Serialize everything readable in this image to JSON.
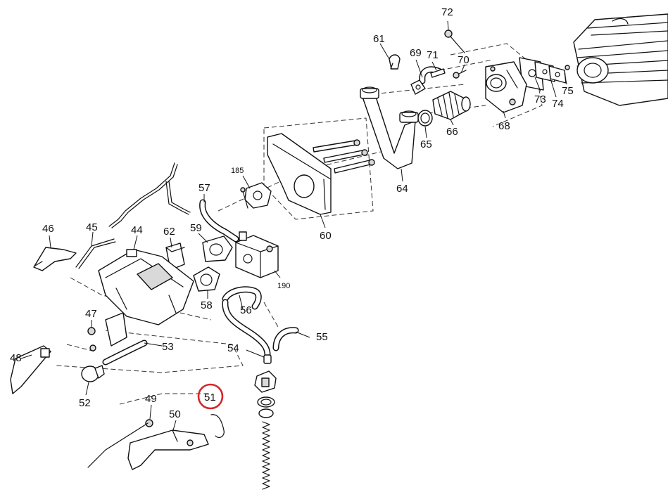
{
  "highlight_color": "#d6262b",
  "highlighted_label": "51",
  "callouts": {
    "c72": "72",
    "c61": "61",
    "c69": "69",
    "c71": "71",
    "c70": "70",
    "c73": "73",
    "c74": "74",
    "c75": "75",
    "c68": "68",
    "c66": "66",
    "c65": "65",
    "c64": "64",
    "c185": "185",
    "c60": "60",
    "c57": "57",
    "c59": "59",
    "c190": "190",
    "c46": "46",
    "c45": "45",
    "c44": "44",
    "c62": "62",
    "c58": "58",
    "c56": "56",
    "c47": "47",
    "c55": "55",
    "c54": "54",
    "c53": "53",
    "c48": "48",
    "c52": "52",
    "c49": "49",
    "c50": "50",
    "c51": "51"
  }
}
